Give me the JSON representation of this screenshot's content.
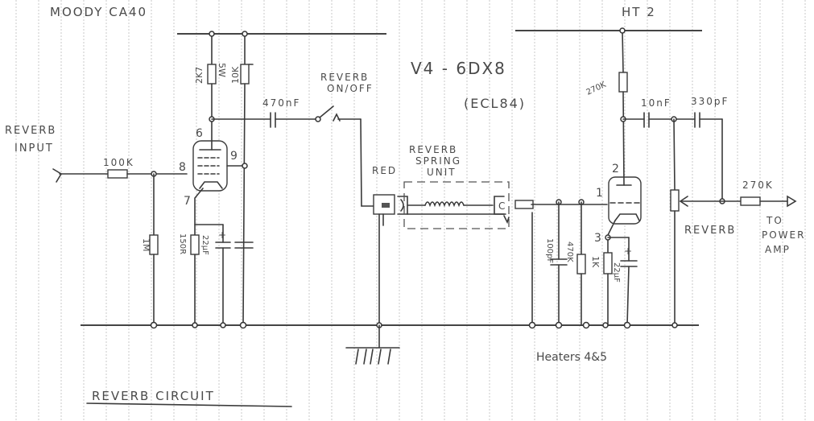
{
  "title": "Moody CA40",
  "caption": "Reverb Circuit",
  "supply_label": "HT 2",
  "valve": {
    "type_label": "V4 - 6DX8",
    "equivalent_label": "(ECL84)"
  },
  "left_stage": {
    "pin_labels": [
      "6",
      "8",
      "9",
      "7"
    ],
    "input_label_line1": "Reverb",
    "input_label_line2": "Input",
    "input_resistor": "100K",
    "grid_resistor": "1M",
    "anode_resistor": "2K7",
    "anode_resistor_rating": "5W",
    "screen_resistor": "10K",
    "cathode_resistor": "150R",
    "cathode_capacitor": "22µF"
  },
  "coupling_capacitor": "470nF",
  "switch": {
    "label_line1": "Reverb",
    "label_line2": "On/Off"
  },
  "spring_unit": {
    "label_line1": "Reverb",
    "label_line2": "Spring",
    "label_line3": "Unit",
    "connector_color_label": "Red",
    "output_connector_label": "C"
  },
  "right_stage": {
    "pin_labels": [
      "2",
      "1",
      "3"
    ],
    "grid_capacitor": "100pF",
    "grid_resistor": "470K",
    "cathode_resistor": "1K",
    "cathode_capacitor": "22µF",
    "anode_resistor": "270K",
    "output_capacitor_1": "10nF",
    "output_capacitor_2": "330pF",
    "pot_label": "Reverb",
    "output_resistor": "270K",
    "output_label_line1": "To",
    "output_label_line2": "Power",
    "output_label_line3": "Amp"
  },
  "heaters_label": "Heaters 4&5",
  "icons": {
    "ground": "ground-symbol",
    "input_arrow": "arrow-in",
    "output_arrow": "arrow-out"
  }
}
